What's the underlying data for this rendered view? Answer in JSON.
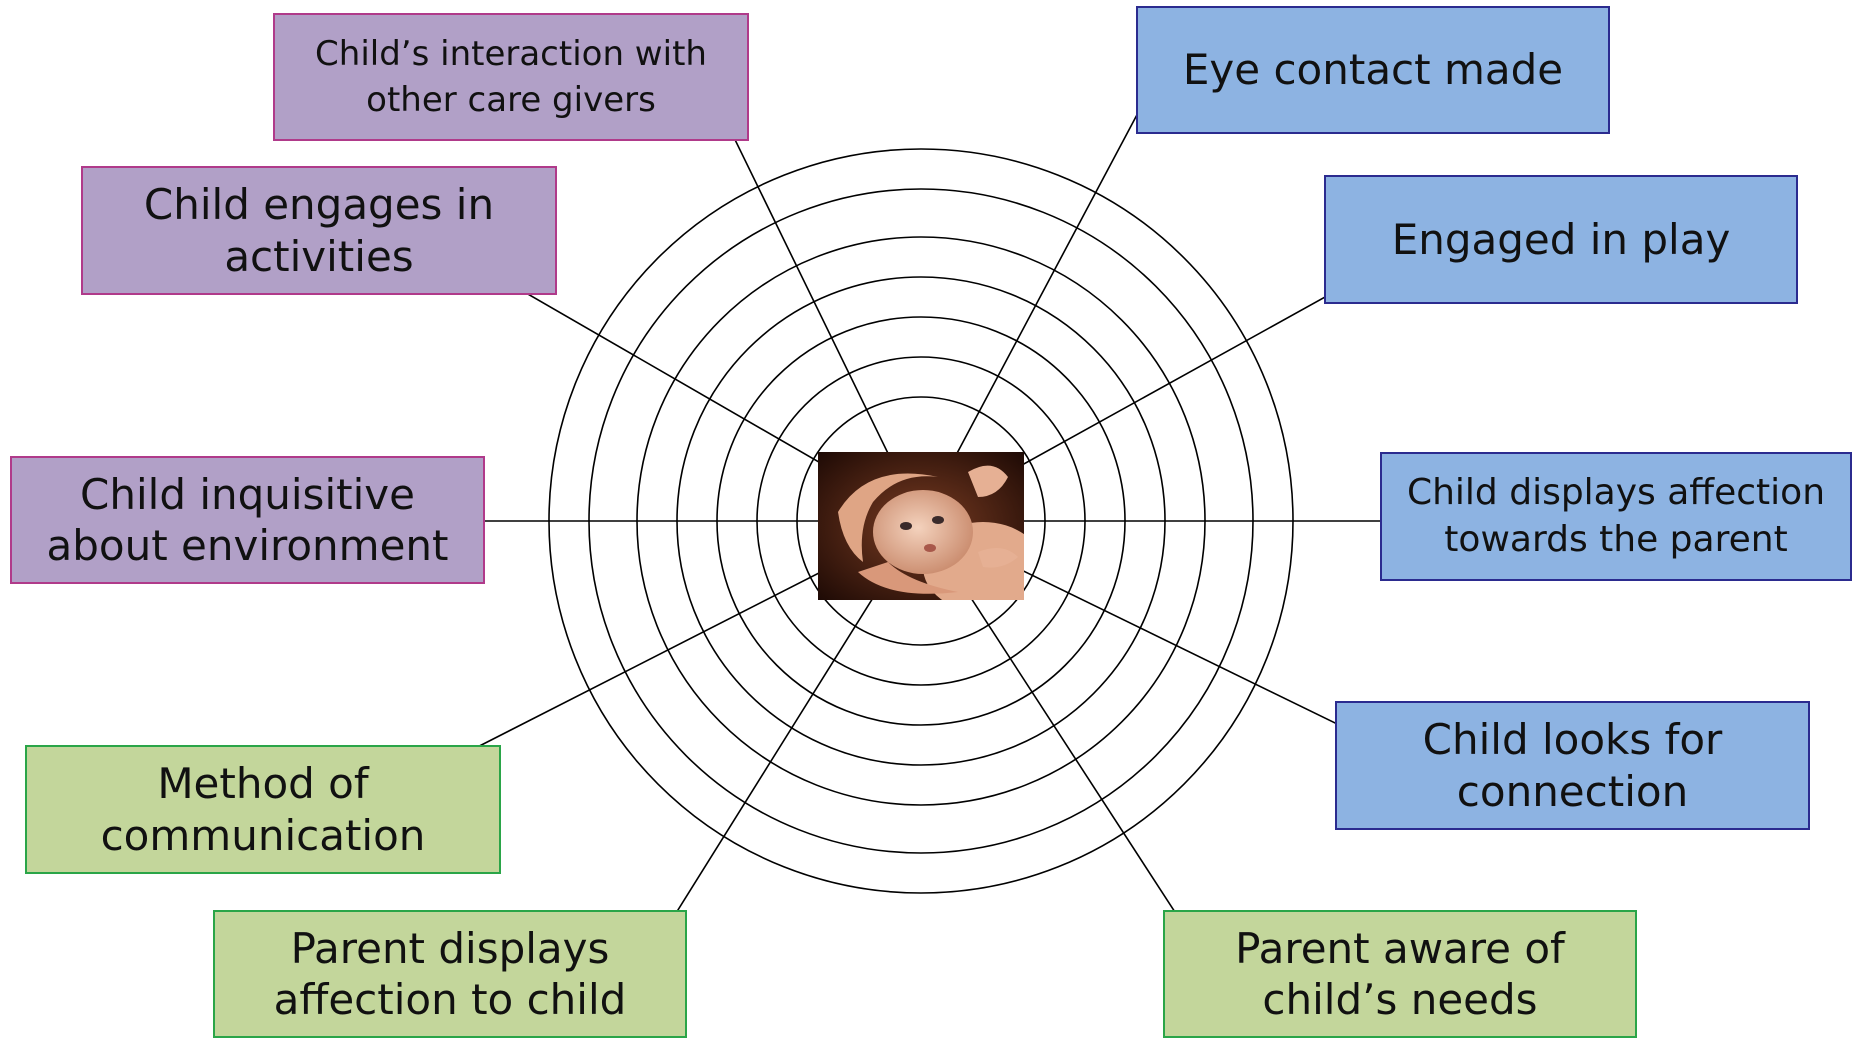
{
  "diagram": {
    "rings": 7,
    "spokes": [
      {
        "angle": -116
      },
      {
        "angle": -62
      },
      {
        "angle": -29
      },
      {
        "angle": 0
      },
      {
        "angle": 26
      },
      {
        "angle": 57
      },
      {
        "angle": 122
      },
      {
        "angle": 153
      },
      {
        "angle": 180
      },
      {
        "angle": -150
      }
    ],
    "center_image": "newborn-baby-held-in-hands-photo"
  },
  "labels": {
    "interaction_caregivers": "Child’s interaction with\nother care givers",
    "engages_activities": "Child engages in\nactivities",
    "inquisitive": "Child inquisitive\nabout environment",
    "method_communication": "Method of\ncommunication",
    "parent_affection": "Parent displays\naffection to child",
    "eye_contact": "Eye contact made",
    "engaged_play": "Engaged in play",
    "child_affection": "Child displays affection\ntowards the parent",
    "looks_connection": "Child looks for\nconnection",
    "parent_aware": "Parent aware of\nchild’s needs"
  },
  "colors": {
    "purple_fill": "#b1a0c7",
    "purple_border": "#b03a8a",
    "blue_fill": "#8db3e2",
    "blue_border": "#2b2b8f",
    "green_fill": "#c3d69b",
    "green_border": "#2aa548",
    "line": "#000000"
  }
}
